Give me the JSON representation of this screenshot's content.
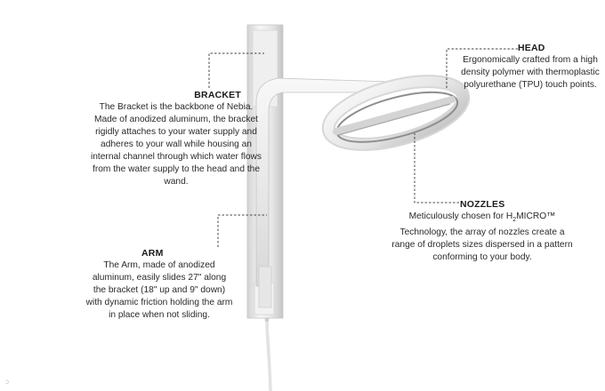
{
  "labels": {
    "bracket": {
      "title": "BRACKET",
      "body": "The Bracket is the backbone of Nebia. Made of anodized aluminum, the bracket rigidly attaches to your water supply and adheres to your wall while housing an internal channel through which water flows from the water supply to the head and the wand."
    },
    "arm": {
      "title": "ARM",
      "body": "The Arm, made of anodized aluminum, easily slides 27\" along the bracket (18\" up and 9\" down) with dynamic friction holding the arm in place when not sliding."
    },
    "head": {
      "title": "HEAD",
      "body": "Ergonomically crafted from a high density polymer with thermoplastic polyurethane (TPU) touch points."
    },
    "nozzles": {
      "title": "NOZZLES",
      "body_prefix": "Meticulously chosen for H",
      "body_sub": "2",
      "body_suffix": "MICRO™ Technology, the array of nozzles create a range of droplets sizes dispersed in a pattern conforming to your body."
    }
  },
  "colors": {
    "leader": "#444444",
    "metal_light": "#f4f4f4",
    "metal_mid": "#dcdcdc",
    "metal_dark": "#b4b4b4",
    "ring_dark": "#7a7a7a"
  }
}
